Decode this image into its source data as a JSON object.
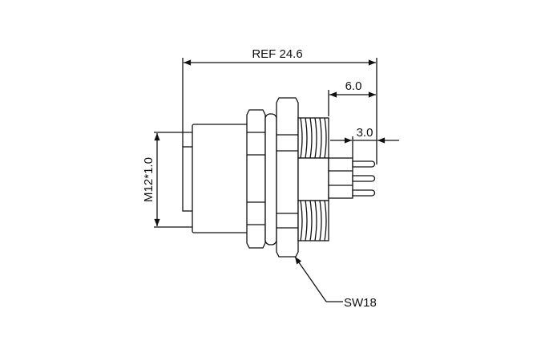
{
  "drawing": {
    "dimensions": {
      "overall_length": "REF 24.6",
      "pin_section": "6.0",
      "pin_length": "3.0",
      "thread": "M12*1.0",
      "wrench_size": "SW18"
    },
    "colors": {
      "line": "#111111",
      "background": "#ffffff"
    }
  }
}
